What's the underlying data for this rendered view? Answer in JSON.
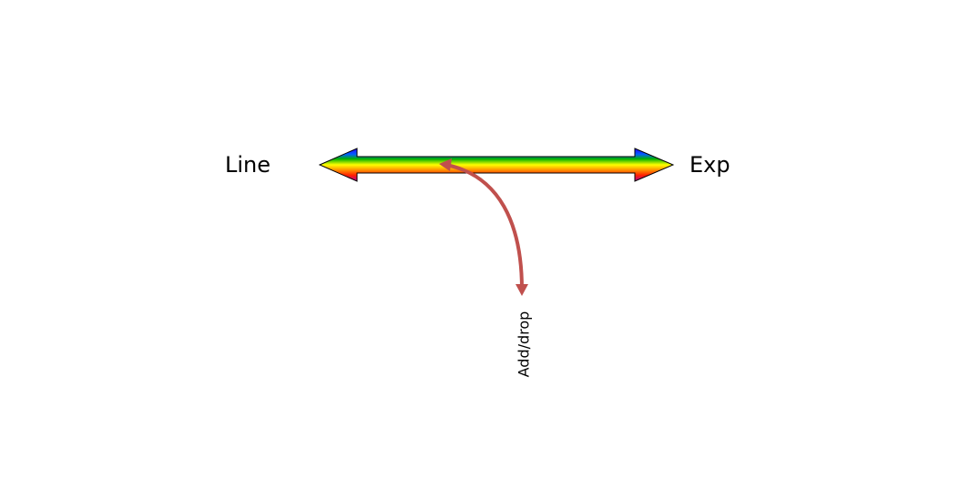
{
  "diagram": {
    "left_label": "Line",
    "right_label": "Exp",
    "connector_label": "Add/drop",
    "colors": {
      "connector": "#C0504D",
      "arrow_outline": "#000000",
      "gradient": [
        "#0000FF",
        "#00A000",
        "#FFFF00",
        "#FF8000",
        "#FF0000",
        "#A000A0"
      ]
    }
  }
}
